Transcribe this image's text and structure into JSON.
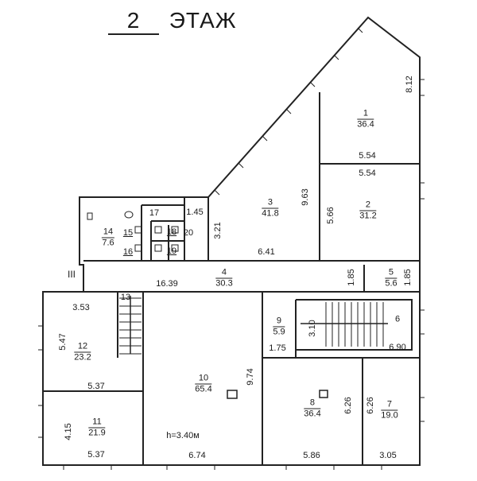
{
  "header": {
    "floor_number": "2",
    "floor_word": "ЭТАЖ"
  },
  "marker": "III",
  "height_note": "h=3.40м",
  "rooms": [
    {
      "id": "r1",
      "number": "1",
      "area": "36.4"
    },
    {
      "id": "r2",
      "number": "2",
      "area": "31.2"
    },
    {
      "id": "r3",
      "number": "3",
      "area": "41.8"
    },
    {
      "id": "r4",
      "number": "4",
      "area": "30.3"
    },
    {
      "id": "r5",
      "number": "5",
      "area": "5.6"
    },
    {
      "id": "r6",
      "number": "6",
      "area": ""
    },
    {
      "id": "r7",
      "number": "7",
      "area": "19.0"
    },
    {
      "id": "r8",
      "number": "8",
      "area": "36.4"
    },
    {
      "id": "r9",
      "number": "9",
      "area": "5.9"
    },
    {
      "id": "r10",
      "number": "10",
      "area": "65.4"
    },
    {
      "id": "r11",
      "number": "11",
      "area": "21.9"
    },
    {
      "id": "r12",
      "number": "12",
      "area": "23.2"
    },
    {
      "id": "r13",
      "number": "13",
      "area": ""
    },
    {
      "id": "r14",
      "number": "14",
      "area": "7.6"
    },
    {
      "id": "r15",
      "number": "15",
      "area": ""
    },
    {
      "id": "r16",
      "number": "16",
      "area": ""
    },
    {
      "id": "r17",
      "number": "17",
      "area": ""
    },
    {
      "id": "r18",
      "number": "18",
      "area": ""
    },
    {
      "id": "r19",
      "number": "19",
      "area": ""
    },
    {
      "id": "r20",
      "number": "20",
      "area": ""
    }
  ],
  "dimensions": [
    "8.12",
    "5.54",
    "5.54",
    "9.63",
    "5.66",
    "3.21",
    "6.41",
    "1.45",
    "16.39",
    "1.85",
    "1.85",
    "3.53",
    "5.47",
    "3.10",
    "6.90",
    "1.75",
    "9.74",
    "5.37",
    "6.26",
    "6.26",
    "4.15",
    "5.37",
    "6.74",
    "5.86",
    "3.05"
  ]
}
